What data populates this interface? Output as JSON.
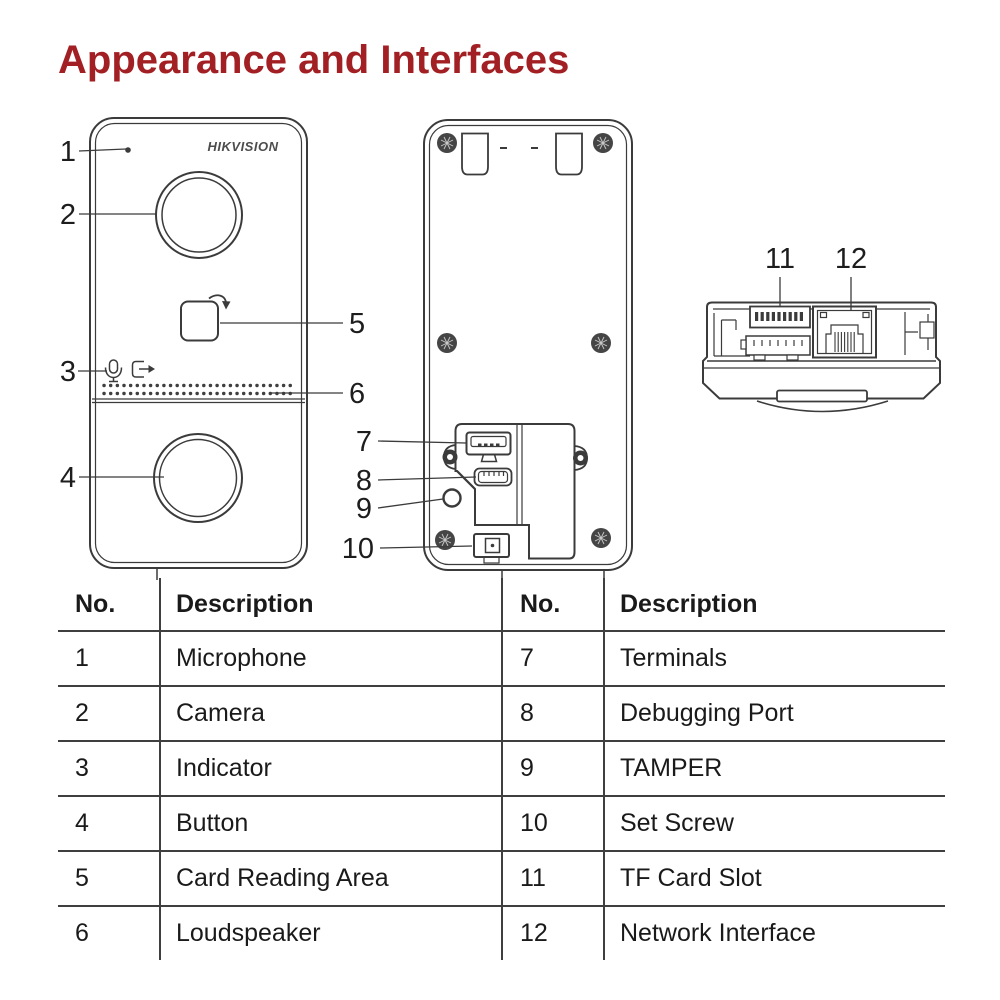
{
  "title": "Appearance and Interfaces",
  "device": {
    "logo_text": "HIKVISION"
  },
  "callouts": [
    "1",
    "2",
    "3",
    "4",
    "5",
    "6",
    "7",
    "8",
    "9",
    "10",
    "11",
    "12"
  ],
  "tables": {
    "left": {
      "header": {
        "no": "No.",
        "description": "Description"
      },
      "rows": [
        {
          "no": "1",
          "description": "Microphone"
        },
        {
          "no": "2",
          "description": "Camera"
        },
        {
          "no": "3",
          "description": "Indicator"
        },
        {
          "no": "4",
          "description": "Button"
        },
        {
          "no": "5",
          "description": "Card Reading Area"
        },
        {
          "no": "6",
          "description": "Loudspeaker"
        }
      ]
    },
    "right": {
      "header": {
        "no": "No.",
        "description": "Description"
      },
      "rows": [
        {
          "no": "7",
          "description": "Terminals"
        },
        {
          "no": "8",
          "description": "Debugging Port"
        },
        {
          "no": "9",
          "description": "TAMPER"
        },
        {
          "no": "10",
          "description": "Set Screw"
        },
        {
          "no": "11",
          "description": "TF Card Slot"
        },
        {
          "no": "12",
          "description": "Network Interface"
        }
      ]
    }
  },
  "colors": {
    "title_red": "#A21F23",
    "line_dark": "#3B3B3B",
    "text": "#1A1A1A"
  }
}
